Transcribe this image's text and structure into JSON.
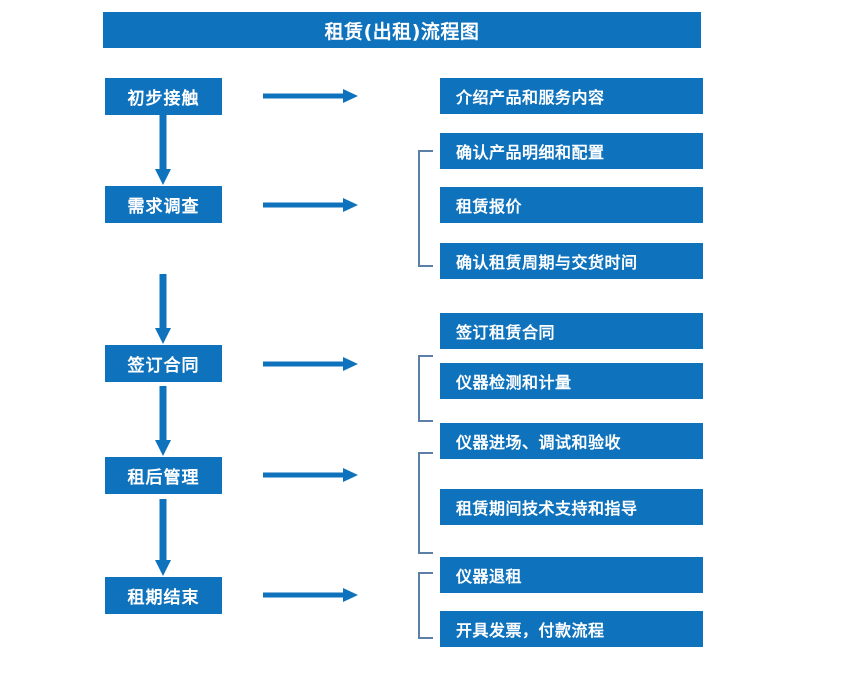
{
  "diagram": {
    "title": "租赁(出租)流程图",
    "colors": {
      "box_fill": "#0f72bd",
      "box_text": "#ffffff",
      "arrow": "#0f72bd",
      "bracket": "#5b7fa6",
      "background": "#ffffff"
    },
    "stages": [
      {
        "label": "初步接触",
        "details": [
          "介绍产品和服务内容"
        ],
        "bracketed": false
      },
      {
        "label": "需求调查",
        "details": [
          "确认产品明细和配置",
          "租赁报价",
          "确认租赁周期与交货时间"
        ],
        "bracketed": true
      },
      {
        "label": "签订合同",
        "details": [
          "签订租赁合同",
          "仪器检测和计量"
        ],
        "bracketed": true
      },
      {
        "label": "租后管理",
        "details": [
          "仪器进场、调试和验收",
          "租赁期间技术支持和指导"
        ],
        "bracketed": true
      },
      {
        "label": "租期结束",
        "details": [
          "仪器退租",
          "开具发票，付款流程"
        ],
        "bracketed": true
      }
    ],
    "connectors": {
      "vertical_count": 4,
      "horizontal_count": 5,
      "bracket_count": 4
    }
  }
}
